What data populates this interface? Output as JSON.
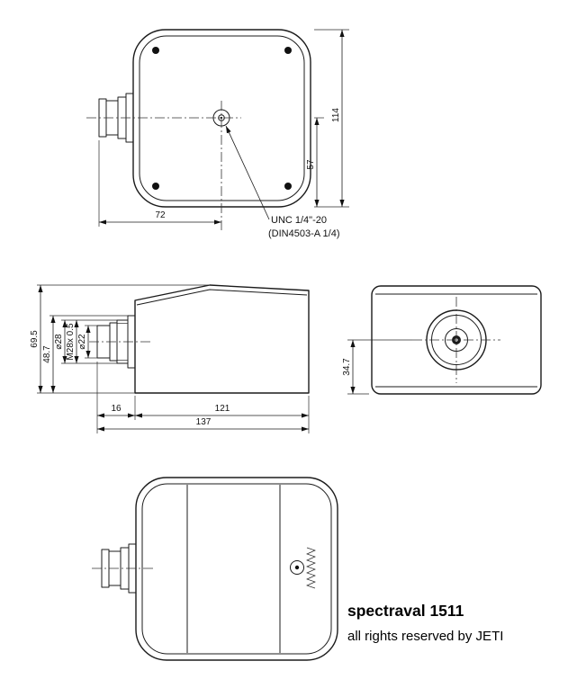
{
  "drawing": {
    "caption": {
      "product": "spectraval 1511",
      "rights": "all rights reserved by JETI"
    },
    "thread_note": {
      "line1": "UNC 1/4\"-20",
      "line2": "(DIN4503-A 1/4)"
    },
    "dims": {
      "top": {
        "d72": "72",
        "d57": "57",
        "d114": "114"
      },
      "side": {
        "d69_5": "69.5",
        "d48_7": "48.7",
        "d28": "⌀28",
        "m28": "M28x 0.5",
        "d22": "⌀22",
        "d16": "16",
        "d121": "121",
        "d137": "137"
      },
      "front": {
        "d34_7": "34.7"
      }
    },
    "colors": {
      "line": "#1b1b1b",
      "background": "#ffffff"
    }
  }
}
